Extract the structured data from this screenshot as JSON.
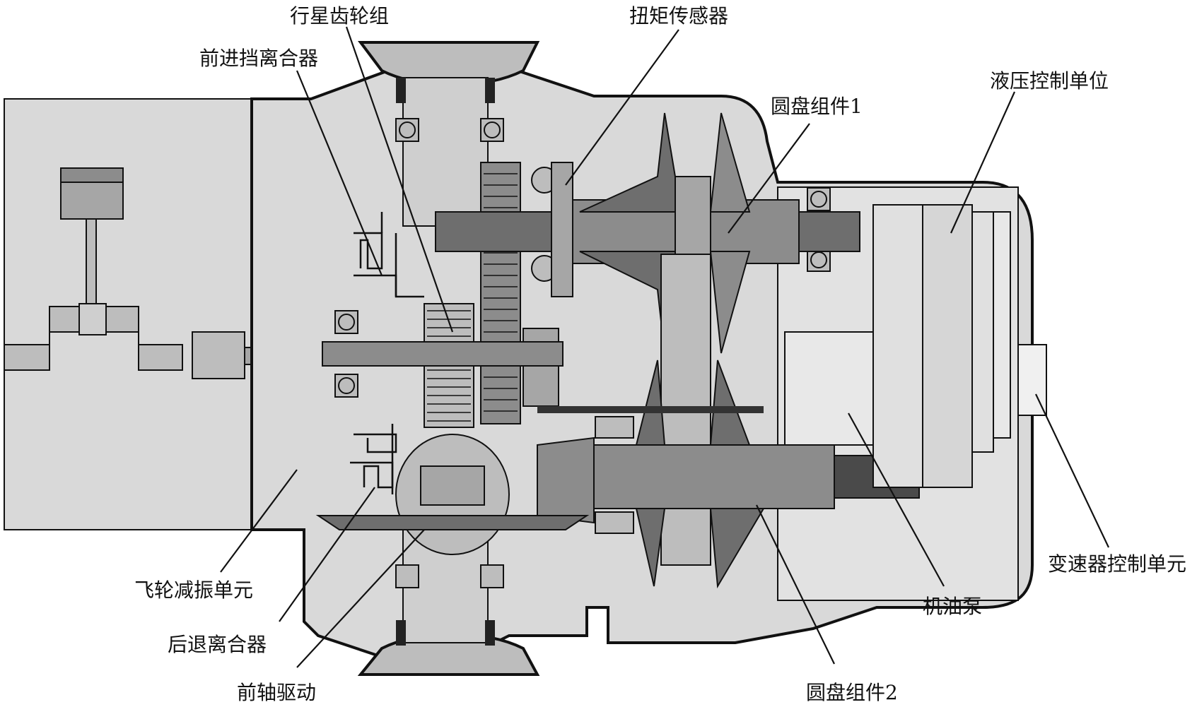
{
  "labels": {
    "planetary_gear_set": "行星齿轮组",
    "forward_clutch": "前进挡离合器",
    "torque_sensor": "扭矩传感器",
    "pulley_assembly_1": "圆盘组件1",
    "hydraulic_control_unit": "液压控制单位",
    "flywheel_damper": "飞轮减振单元",
    "reverse_clutch": "后退离合器",
    "front_axle_drive": "前轴驱动",
    "pulley_assembly_2": "圆盘组件2",
    "oil_pump": "机油泵",
    "transmission_control_unit": "变速器控制单元"
  },
  "colors": {
    "light_gray": "#d9d9d9",
    "mid_gray": "#a6a6a6",
    "dark_gray": "#6e6e6e",
    "darker_gray": "#4a4a4a",
    "line": "#111111"
  }
}
